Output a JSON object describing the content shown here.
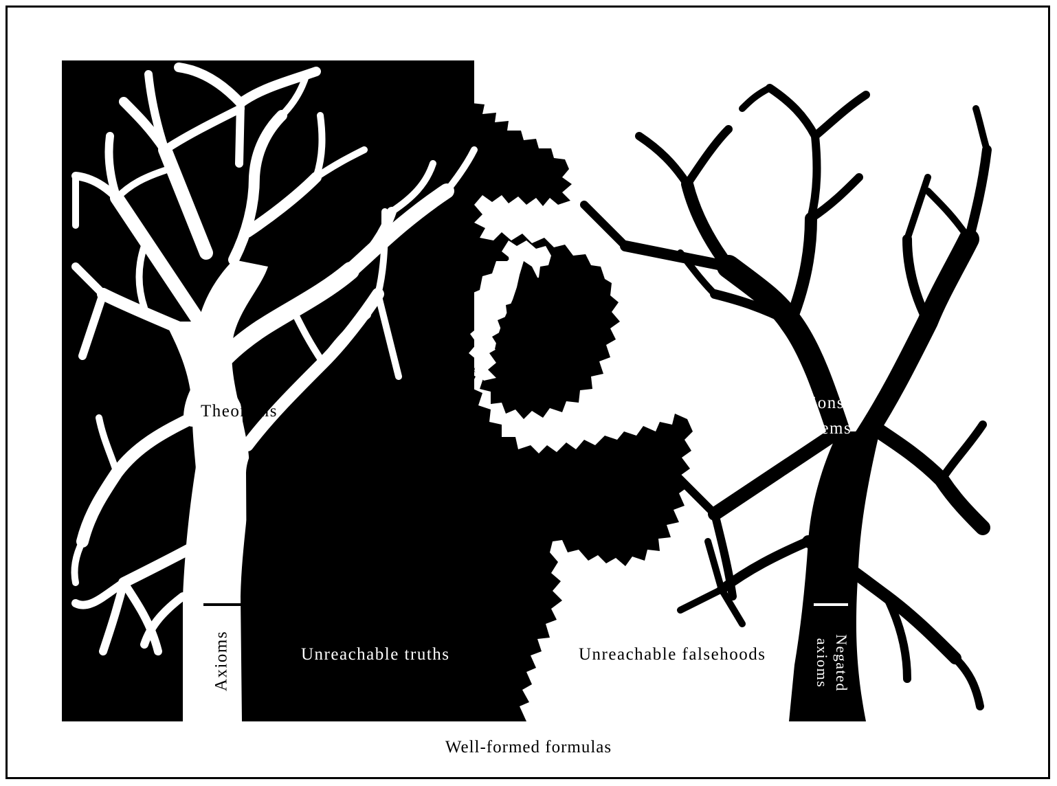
{
  "diagram": {
    "labels": {
      "theorems": "Theorems",
      "negations_line1": "Negations",
      "negations_line2": "of theorems",
      "axioms": "Axioms",
      "negated_axioms_line1": "Negated",
      "negated_axioms_line2": "axioms",
      "unreachable_truths": "Unreachable truths",
      "unreachable_falsehoods": "Unreachable falsehoods"
    },
    "caption": "Well-formed formulas",
    "colors": {
      "ink": "#000000",
      "paper": "#ffffff"
    }
  }
}
